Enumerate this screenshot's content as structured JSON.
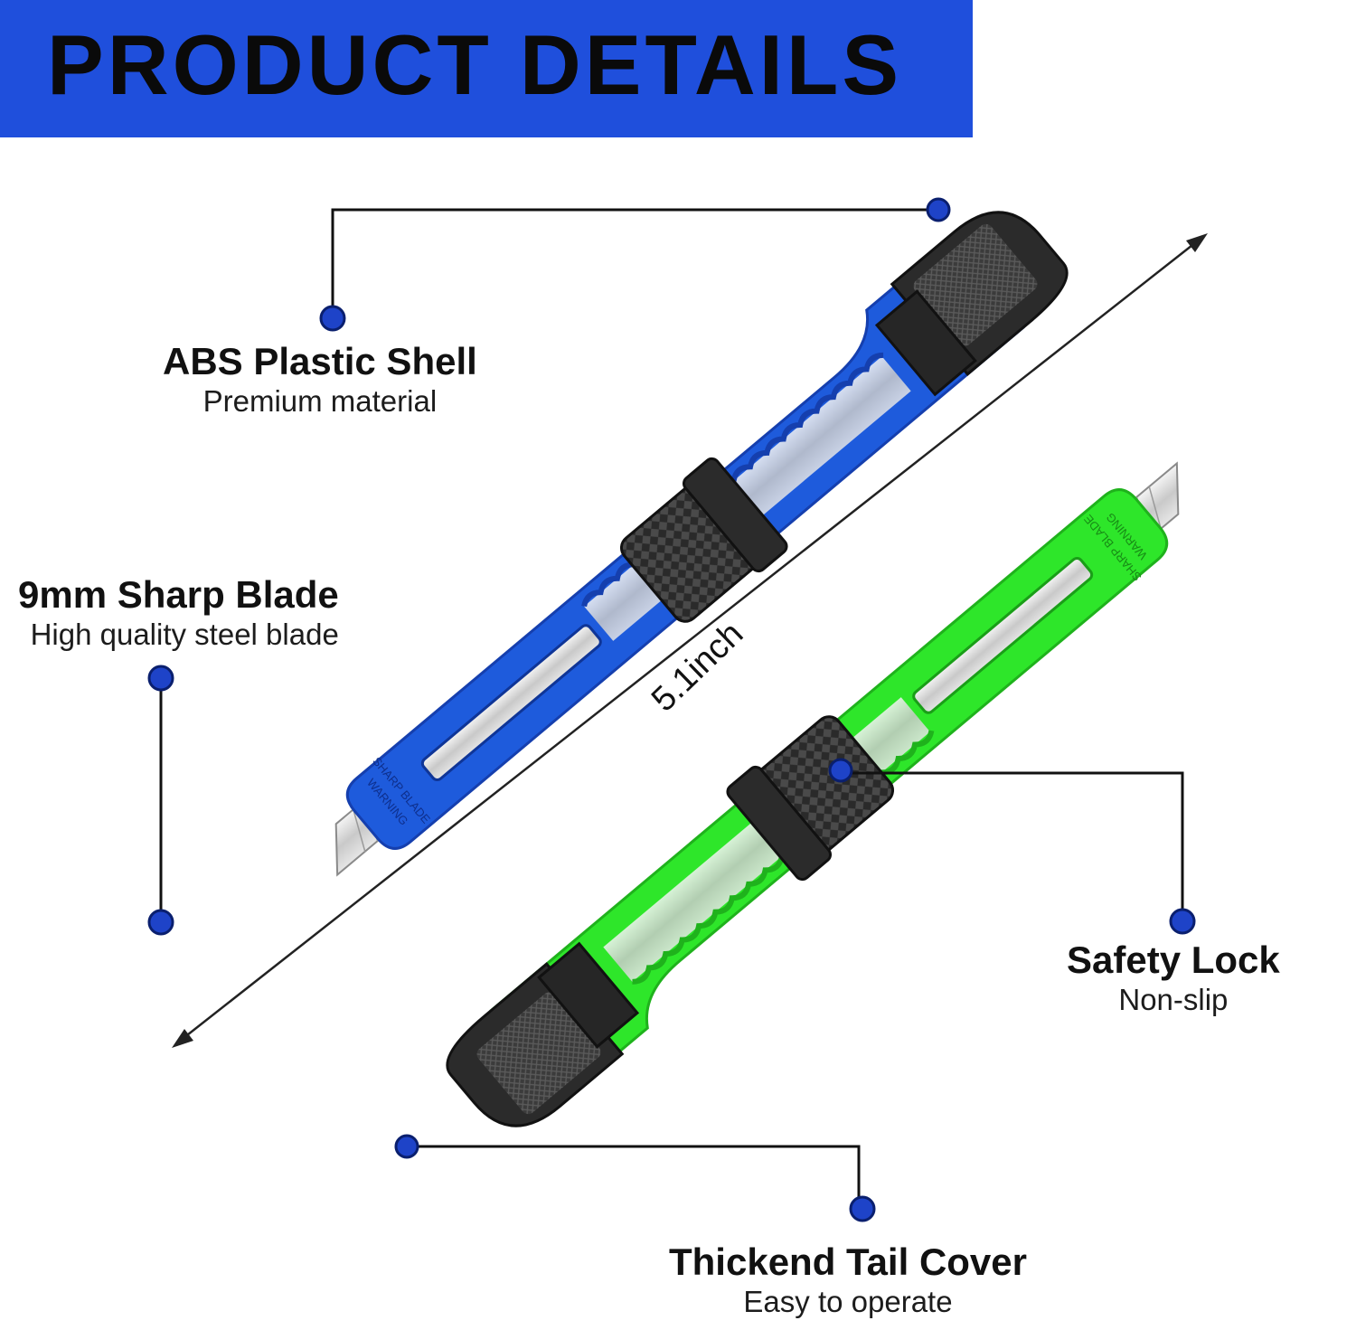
{
  "banner": {
    "title": "PRODUCT DETAILS"
  },
  "dimension": {
    "label": "5.1inch"
  },
  "callouts": {
    "abs_shell": {
      "title": "ABS Plastic Shell",
      "subtitle": "Premium material"
    },
    "blade": {
      "title": "9mm Sharp Blade",
      "subtitle": "High quality steel blade"
    },
    "safety_lock": {
      "title": "Safety Lock",
      "subtitle": "Non-slip"
    },
    "tail_cover": {
      "title": "Thickend Tail Cover",
      "subtitle": "Easy to operate"
    }
  },
  "knife_blue": {
    "warning": "WARNING",
    "sharp": "SHARP BLADE"
  },
  "knife_green": {
    "warning": "WARNING",
    "sharp": "SHARP BLADE"
  },
  "colors": {
    "banner": "#1f4fdc",
    "knife_blue": "#1e5bdc",
    "knife_green": "#2ee62a",
    "marker": "#1e43c8",
    "grip": "#262626"
  }
}
